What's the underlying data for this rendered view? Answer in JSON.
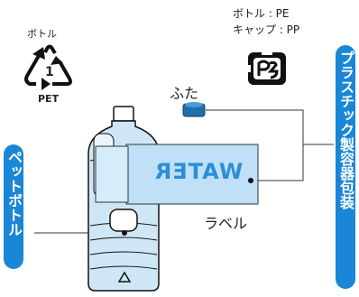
{
  "labels": {
    "bottle_top": "ボトル",
    "pet_code": "1",
    "pet": "PET",
    "pp_line1": "ボトル : PE",
    "pp_line2": "キャップ : PP",
    "futa": "ふた",
    "label": "ラベル",
    "water": "WATER"
  },
  "pills": {
    "left": "ペットボトル",
    "right": "プラスチック製容器包装"
  },
  "colors": {
    "accent": "#1a86d6",
    "bottle_fill": "#cfe6f7",
    "label_fill": "#bfe0f6",
    "cap": "#1f6fae"
  },
  "icons": [
    "recycle-pet-icon",
    "pla-mark-icon"
  ]
}
